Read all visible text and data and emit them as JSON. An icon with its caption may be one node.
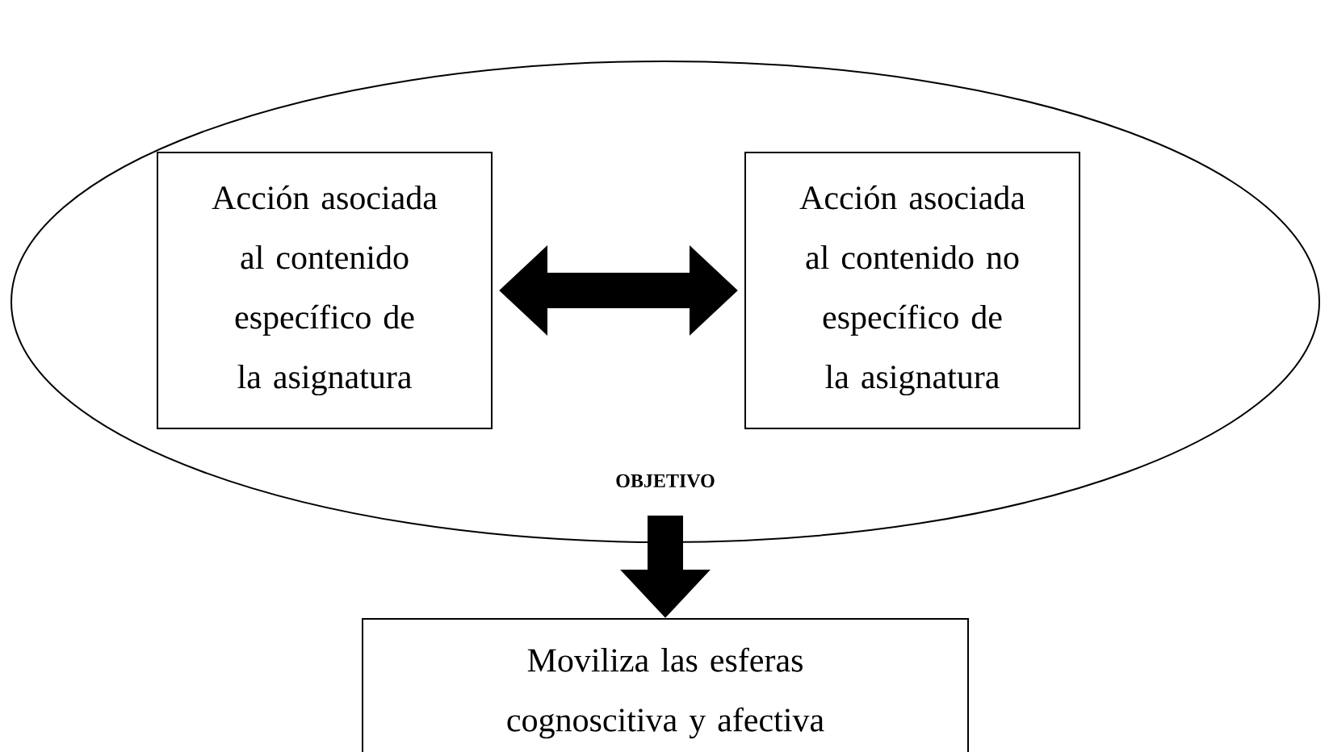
{
  "diagram": {
    "nodes": [
      {
        "text": [
          "OBJETIVO"
        ]
      },
      {
        "text": [
          "Acción asociada al contenido específico de la asignatura"
        ],
        "in": 0
      },
      {
        "text": [
          "Acción asociada al contenido no específico de la asignatura"
        ],
        "in": 0
      },
      {
        "text": [
          "Moviliza las esferas cognoscitiva y afectiva"
        ]
      }
    ],
    "edges": [
      {
        "from": 1,
        "to": 2,
        "arrow": "both"
      },
      {
        "from": 0,
        "to": 3,
        "arrow": "to"
      }
    ]
  }
}
